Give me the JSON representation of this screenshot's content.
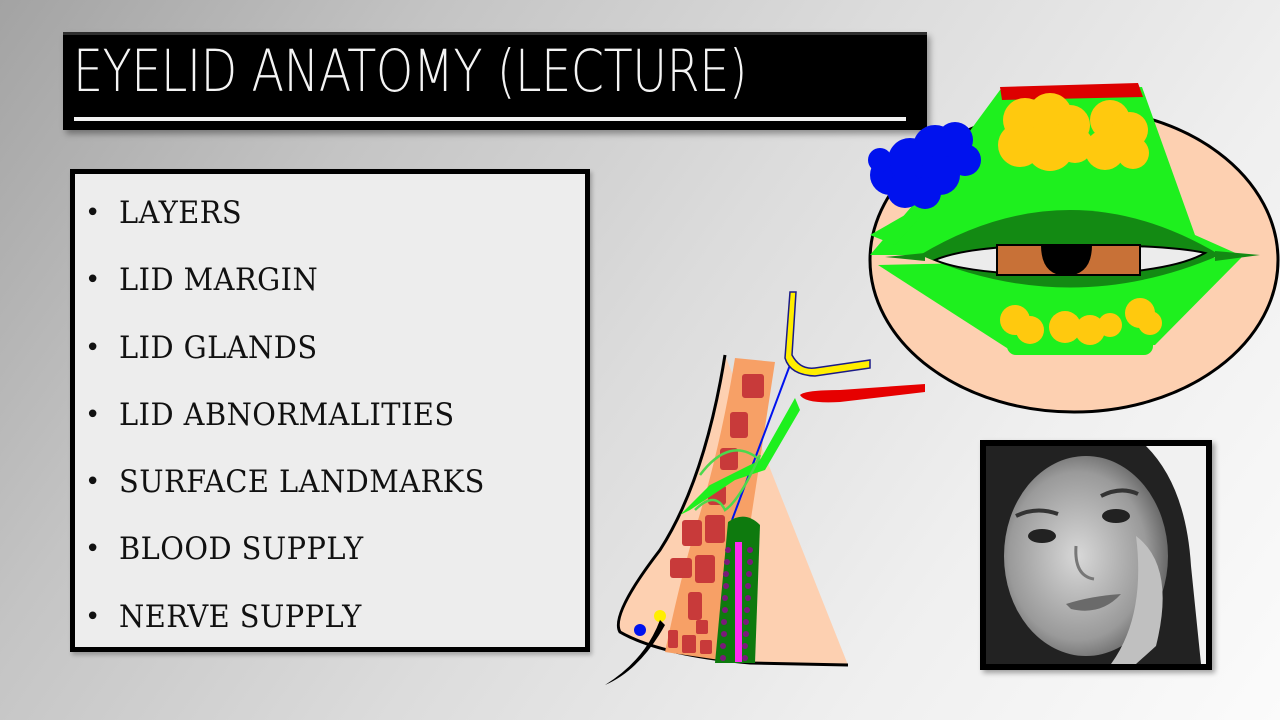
{
  "slide": {
    "title": "EYELID ANATOMY (LECTURE)",
    "topics": [
      {
        "label": "LAYERS"
      },
      {
        "label": "LID MARGIN"
      },
      {
        "label": "LID GLANDS"
      },
      {
        "label": "LID ABNORMALITIES"
      },
      {
        "label": "SURFACE LANDMARKS"
      },
      {
        "label": "BLOOD SUPPLY"
      },
      {
        "label": "NERVE SUPPLY"
      }
    ],
    "bullet_glyph": "•"
  },
  "illustrations": {
    "front_view": {
      "description": "frontal eyelid diagram with orbicularis, glands, iris and pupil"
    },
    "cross_section": {
      "description": "sagittal eyelid cross-section with tarsal plate, muscles, lash"
    },
    "presenter_photo": {
      "description": "grayscale portrait of presenter"
    }
  },
  "colors": {
    "title_bg": "#000000",
    "title_text": "#f4f4f4",
    "list_bg": "#ededed",
    "skin": "#fdd0b1",
    "muscle_light": "#1ef01e",
    "muscle_dark": "#138a13",
    "gland_yellow": "#ffc90e",
    "red": "#e10000",
    "blue": "#0012ee",
    "iris": "#c87137",
    "tarsus": "#f7a066",
    "tarsal_block": "#c83a3a",
    "conjunctiva": "#0e7a0e",
    "meibomian": "#ff2bf0",
    "dots": "#7a1a7a"
  }
}
